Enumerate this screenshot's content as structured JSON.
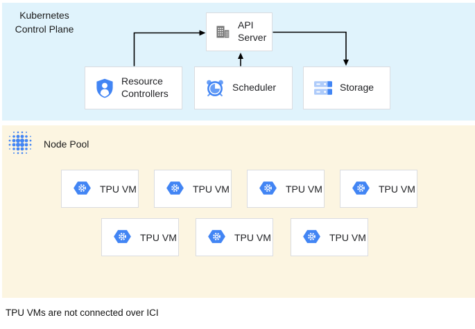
{
  "control_plane": {
    "label": "Kubernetes Control Plane",
    "nodes": [
      {
        "id": "api-server",
        "label": "API Server",
        "icon": "building-icon"
      },
      {
        "id": "resource-controllers",
        "label": "Resource Controllers",
        "icon": "shield-user-icon"
      },
      {
        "id": "scheduler",
        "label": "Scheduler",
        "icon": "alarm-clock-icon"
      },
      {
        "id": "storage",
        "label": "Storage",
        "icon": "storage-stack-icon"
      }
    ],
    "edges": [
      {
        "from": "resource-controllers",
        "to": "api-server"
      },
      {
        "from": "scheduler",
        "to": "api-server"
      },
      {
        "from": "api-server",
        "to": "storage"
      }
    ]
  },
  "node_pool": {
    "label": "Node Pool",
    "icon": "dot-cluster-icon",
    "vm_label": "TPU VM",
    "vm_count": 7,
    "vm_rows": [
      4,
      3
    ],
    "vm_icon": "tpu-hexagon-icon"
  },
  "caption": "TPU VMs are not connected over ICI",
  "colors": {
    "control_plane_bg": "#E0F3FC",
    "node_pool_bg": "#FCF5E1",
    "box_border": "#DADCE0",
    "primary_blue": "#4285F4",
    "light_blue": "#AECBFA",
    "mid_blue": "#669DF6",
    "icon_gray": "#757575",
    "arrow": "#000000",
    "text": "#202124"
  }
}
